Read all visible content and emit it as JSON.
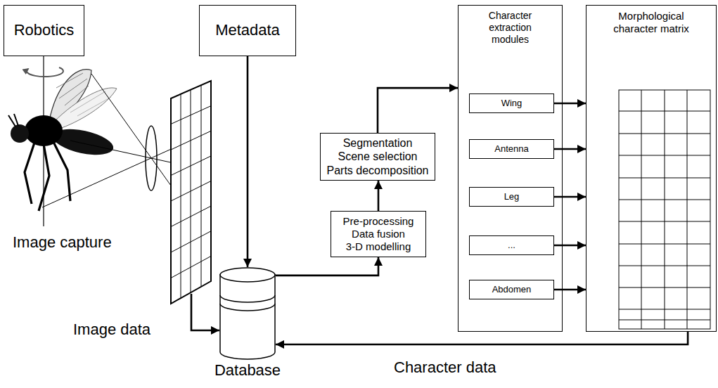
{
  "diagram": {
    "nodes": [
      {
        "text": [
          "Robotics"
        ]
      },
      {
        "text": [
          "Metadata"
        ]
      },
      {
        "text": [
          "Database"
        ]
      },
      {
        "text": [
          "Pre-processing",
          "Data fusion",
          "3-D modelling"
        ]
      },
      {
        "text": [
          "Segmentation",
          "Scene selection",
          "Parts decomposition"
        ]
      },
      {
        "text": [
          "Character extraction modules"
        ]
      },
      {
        "text": [
          "Wing"
        ],
        "in": 5
      },
      {
        "text": [
          "Antenna"
        ],
        "in": 5
      },
      {
        "text": [
          "Leg"
        ],
        "in": 5
      },
      {
        "text": [
          "..."
        ],
        "in": 5
      },
      {
        "text": [
          "Abdomen"
        ],
        "in": 5
      },
      {
        "text": [
          "Morphological character matrix"
        ]
      }
    ],
    "edges": [
      {
        "from": 1,
        "to": 2,
        "arrow": "to"
      },
      {
        "from": 2,
        "to": 3,
        "arrow": "to"
      },
      {
        "from": 3,
        "to": 4,
        "arrow": "to"
      },
      {
        "from": 4,
        "to": 5,
        "arrow": "to"
      },
      {
        "from": 6,
        "to": 11,
        "arrow": "to"
      },
      {
        "from": 7,
        "to": 11,
        "arrow": "to"
      },
      {
        "from": 8,
        "to": 11,
        "arrow": "to"
      },
      {
        "from": 9,
        "to": 11,
        "arrow": "to"
      },
      {
        "from": 10,
        "to": 11,
        "arrow": "to"
      },
      {
        "from": 11,
        "to": 2,
        "label": "Character data",
        "arrow": "to"
      }
    ],
    "labels": [
      "Image capture",
      "Image data"
    ]
  }
}
